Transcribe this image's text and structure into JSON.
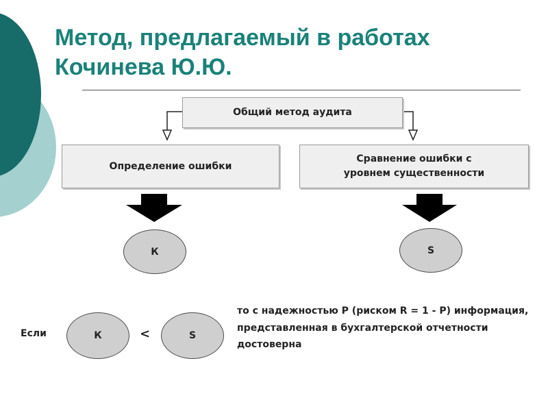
{
  "colors": {
    "dark_teal": "#176b68",
    "light_teal": "#a4d0cf",
    "title": "#1a8279"
  },
  "title": {
    "line1": "Метод, предлагаемый в работах",
    "line2": "Кочинева Ю.Ю."
  },
  "diagram": {
    "root": "Общий метод аудита",
    "left_box": "Определение ошибки",
    "right_box_line1": "Сравнение ошибки с",
    "right_box_line2": "уровнем существенности",
    "left_oval": "К",
    "right_oval": "S"
  },
  "condition": {
    "if_label": "Если",
    "left_oval": "К",
    "operator": "<",
    "right_oval": "S",
    "conclusion": "то с надежностью Р (риском R = 1 - Р) информация, представленная в бухгалтерской отчетности достоверна"
  }
}
